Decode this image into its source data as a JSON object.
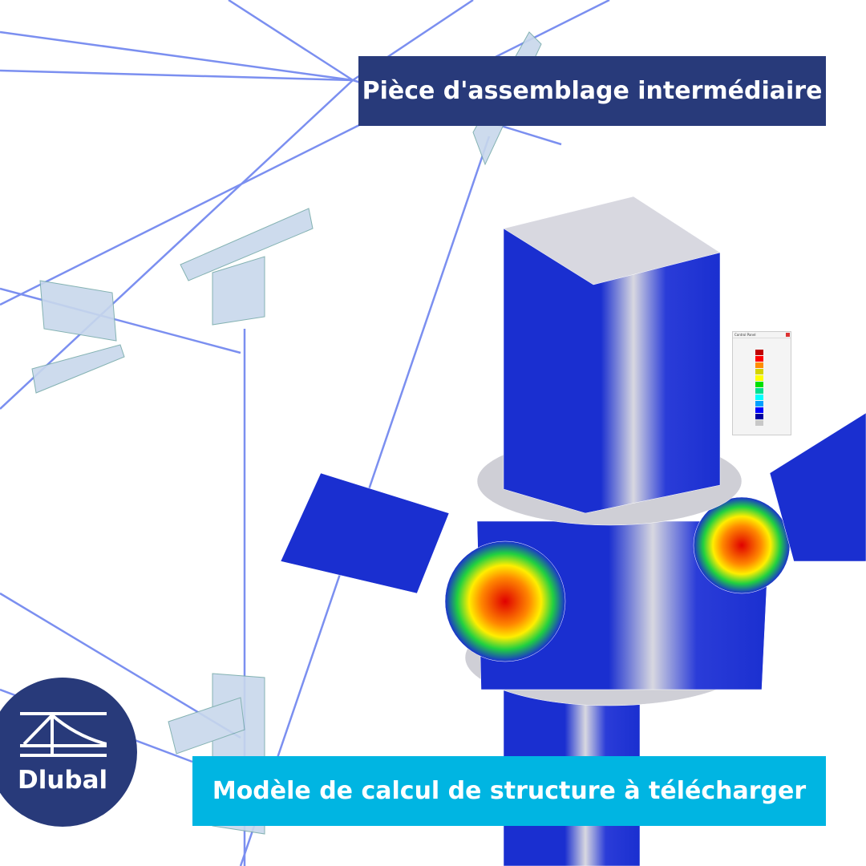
{
  "title": "Pièce d'assemblage intermédiaire",
  "cta": "Modèle de calcul de structure à télécharger",
  "logo": {
    "text": "Dlubal",
    "icon": "dlubal-bridge-icon"
  },
  "control_panel": {
    "title": "Control Panel",
    "colors": [
      "#c00000",
      "#ff0000",
      "#ff8c00",
      "#d4d400",
      "#ffff00",
      "#00e000",
      "#00e090",
      "#00ffff",
      "#00a0ff",
      "#0000ff",
      "#0000a0",
      "#c8c8c8"
    ]
  },
  "colors": {
    "navy": "#283a7a",
    "cyan": "#00b5e2",
    "wire": "#7b8ff0"
  }
}
